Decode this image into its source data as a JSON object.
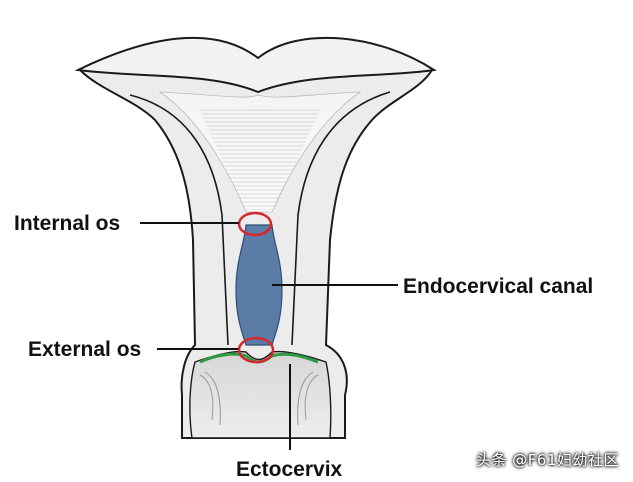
{
  "labels": {
    "internal_os": "Internal os",
    "endocervical_canal": "Endocervical canal",
    "external_os": "External os",
    "ectocervix": "Ectocervix"
  },
  "watermark": "头条 @F61妇幼社区",
  "colors": {
    "outline": "#1a1a1a",
    "tissue": "#e9e9e9",
    "canal": "#5a7ca6",
    "os_marker": "#d9262c",
    "ectocervix_edge": "#2e9a45"
  }
}
